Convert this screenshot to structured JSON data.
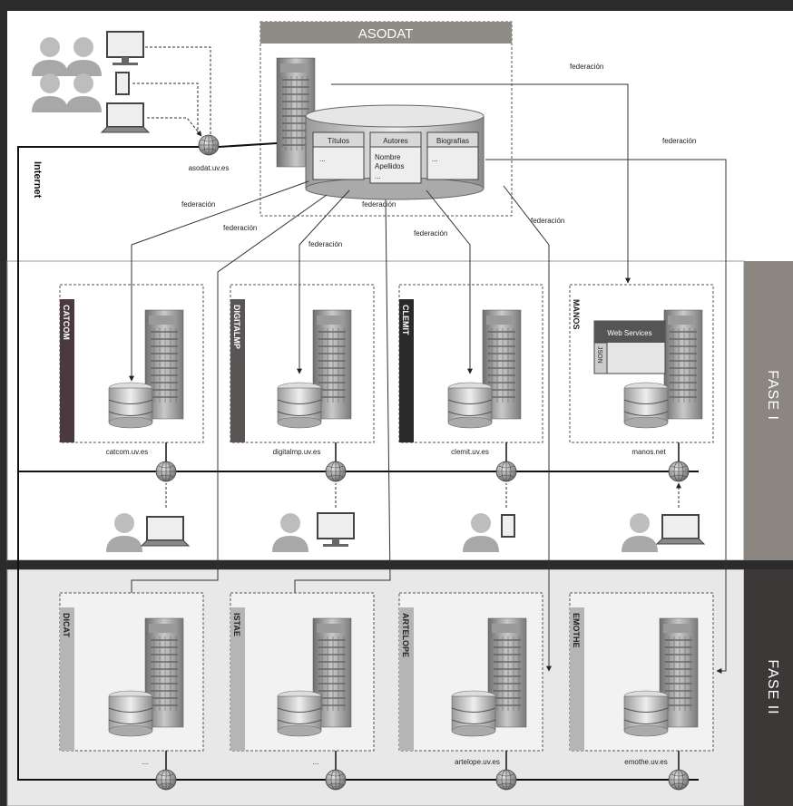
{
  "header": {
    "title": "ASODAT"
  },
  "core": {
    "internet_label": "Internet",
    "host": "asodat.uv.es",
    "tables": [
      {
        "name": "Títulos",
        "body": "..."
      },
      {
        "name": "Autores",
        "body_line1": "Nombre",
        "body_line2": "Apellidos",
        "body_line3": "..."
      },
      {
        "name": "Biografías",
        "body": "..."
      }
    ]
  },
  "federation_label": "federación",
  "phases": [
    {
      "label": "FASE I",
      "nodes": [
        {
          "name": "CATCOM",
          "host": "catcom.uv.es"
        },
        {
          "name": "DIGITALMP",
          "host": "digitalmp.uv.es"
        },
        {
          "name": "CLEMIT",
          "host": "clemit.uv.es"
        },
        {
          "name": "MANOS",
          "host": "manos.net",
          "web_services": "Web Services",
          "json": "JSON"
        }
      ]
    },
    {
      "label": "FASE II",
      "nodes": [
        {
          "name": "DICAT",
          "host": "..."
        },
        {
          "name": "ISTAE",
          "host": "..."
        },
        {
          "name": "ARTELOPE",
          "host": "artelope.uv.es"
        },
        {
          "name": "EMOTHE",
          "host": "emothe.uv.es"
        }
      ]
    }
  ],
  "colors": {
    "catcom": "#4a3a3f",
    "digitalmp": "#5a5555",
    "clemit": "#2a2a2a",
    "fase1": "#8b8780",
    "fase2": "#3d3838"
  }
}
